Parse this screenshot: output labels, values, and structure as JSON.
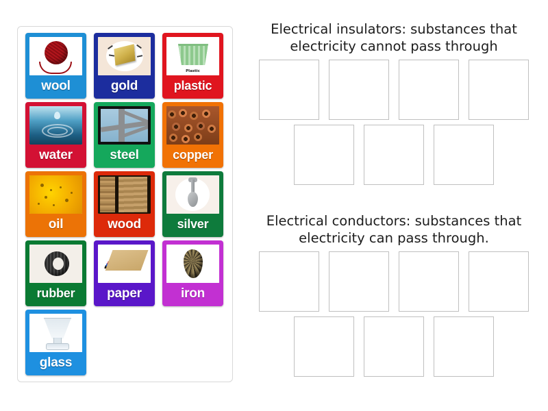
{
  "tray": {
    "name": "draggable-items-tray",
    "items": [
      {
        "label": "wool",
        "color": "#1e8fd5",
        "art": "art-wool"
      },
      {
        "label": "gold",
        "color": "#1c2d9e",
        "art": "art-gold"
      },
      {
        "label": "plastic",
        "color": "#e0151f",
        "art": "art-plastic"
      },
      {
        "label": "water",
        "color": "#d31134",
        "art": "art-water"
      },
      {
        "label": "steel",
        "color": "#15a85c",
        "art": "art-steel"
      },
      {
        "label": "copper",
        "color": "#f17205",
        "art": "art-copper"
      },
      {
        "label": "oil",
        "color": "#ec7306",
        "art": "art-oil"
      },
      {
        "label": "wood",
        "color": "#dd2a0a",
        "art": "art-wood"
      },
      {
        "label": "silver",
        "color": "#0e7b3c",
        "art": "art-silver"
      },
      {
        "label": "rubber",
        "color": "#0a7a33",
        "art": "art-rubber"
      },
      {
        "label": "paper",
        "color": "#5a17c9",
        "art": "art-paper"
      },
      {
        "label": "iron",
        "color": "#c230d2",
        "art": "art-iron"
      },
      {
        "label": "glass",
        "color": "#1e90e0",
        "art": "art-glass"
      }
    ],
    "plastic_image_caption": "Plastic"
  },
  "zones": [
    {
      "title": "Electrical insulators: substances that electricity cannot pass through",
      "slots_row1": 4,
      "slots_row2": 3
    },
    {
      "title": "Electrical conductors: substances that electricity can pass through.",
      "slots_row1": 4,
      "slots_row2": 3
    }
  ],
  "colors": {
    "slot_border": "#bfbfbf",
    "tray_border": "#d8d8d8",
    "page_background": "#ffffff",
    "title_text": "#1d1d1d"
  }
}
